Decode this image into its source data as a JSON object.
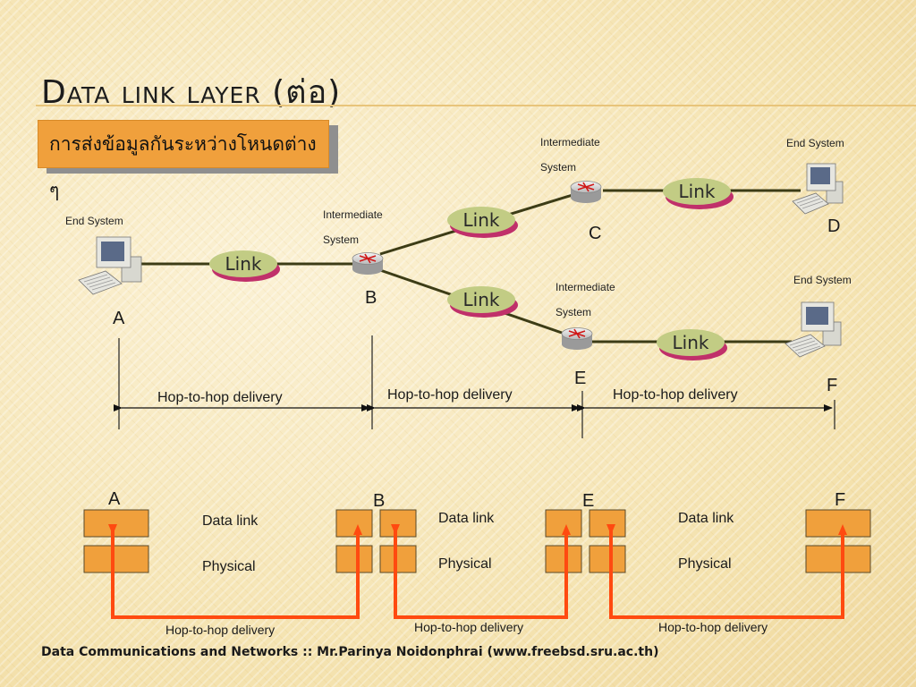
{
  "slide": {
    "title": "Data link layer (ต่อ)",
    "subtitle": "การส่งข้อมูลกันระหว่างโหนดต่าง ๆ",
    "footer": "Data Communications and Networks :: Mr.Parinya Noidonphrai (www.freebsd.sru.ac.th)"
  },
  "nodes": {
    "A": {
      "label": "A",
      "system": "End System"
    },
    "B": {
      "label": "B",
      "system_line1": "Intermediate",
      "system_line2": "System"
    },
    "C": {
      "label": "C",
      "system_line1": "Intermediate",
      "system_line2": "System"
    },
    "D": {
      "label": "D",
      "system": "End System"
    },
    "E": {
      "label": "E",
      "system_line1": "Intermediate",
      "system_line2": "System"
    },
    "F": {
      "label": "F",
      "system": "End System"
    }
  },
  "link_label": "Link",
  "hop_label": "Hop-to-hop delivery",
  "layers": {
    "data_link": "Data link",
    "physical": "Physical"
  },
  "colors": {
    "link_bubble": "#c2cc84",
    "link_shadow": "#c0306a",
    "layer_box": "#f0a03c",
    "arrow": "#ff4a10",
    "line": "#3c3c16"
  }
}
